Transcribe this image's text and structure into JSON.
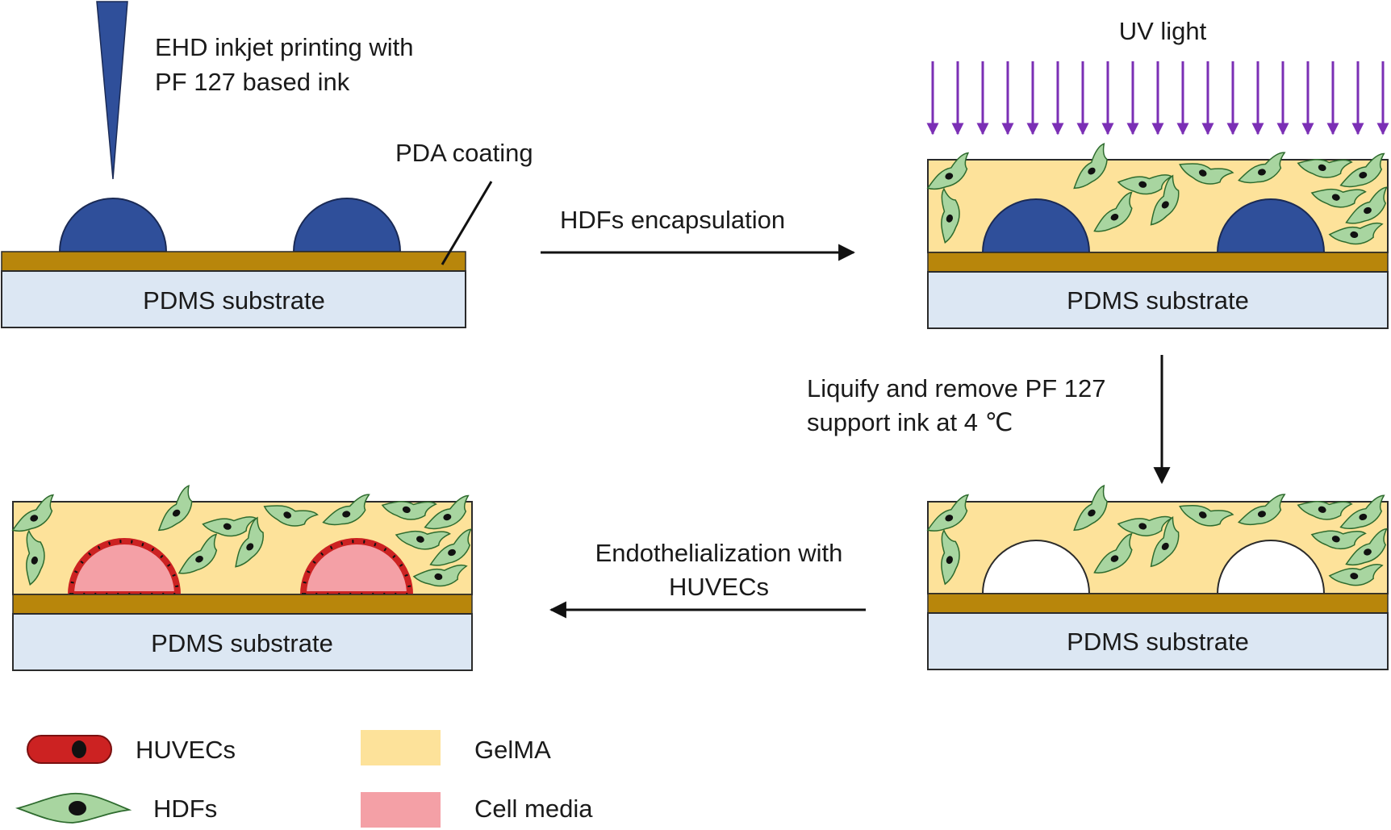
{
  "steps": {
    "printing_label_line1": "EHD inkjet printing with",
    "printing_label_line2": "PF 127 based ink",
    "pda_label": "PDA coating",
    "substrate_label": "PDMS substrate",
    "encapsulation_label": "HDFs encapsulation",
    "uv_label": "UV light",
    "liquify_label_line1": "Liquify and remove PF 127",
    "liquify_label_line2": "support ink at 4 ℃",
    "endothelialization_label_line1": "Endothelialization with",
    "endothelialization_label_line2": "HUVECs"
  },
  "legend": {
    "huvecs": "HUVECs",
    "hdfs": "HDFs",
    "gelma": "GelMA",
    "cell_media": "Cell media"
  },
  "colors": {
    "ink": "#2f4f9a",
    "pda": "#b8860b",
    "substrate": "#dce7f3",
    "gelma": "#fde29a",
    "cell_media": "#f4a0a6",
    "huvec": "#cc2222",
    "hdf": "#a8d5a0",
    "uv": "#7b2fb5"
  }
}
